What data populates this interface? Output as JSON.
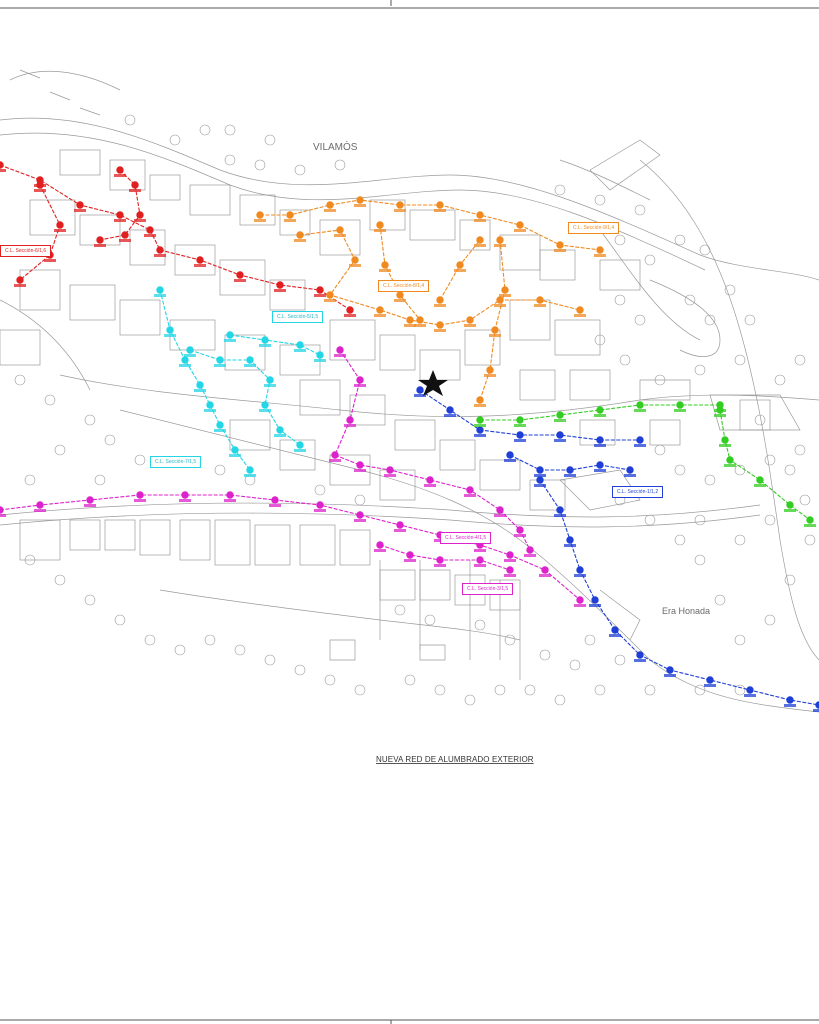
{
  "drawing": {
    "title": "NUEVA RED DE ALUMBRADO EXTERIOR",
    "places": [
      {
        "id": "vilamos",
        "name": "VILAMÒS"
      },
      {
        "id": "era-honada",
        "name": "Era Honada"
      }
    ]
  },
  "circuits": [
    {
      "id": "c1",
      "label": "C.L. Sección-1/1,2",
      "color": "#1f3fd6"
    },
    {
      "id": "c3",
      "label": "C.L. Sección-3/1,5",
      "color": "#dd22cc"
    },
    {
      "id": "c4",
      "label": "C.L. Sección-4/1,5",
      "color": "#dd22cc"
    },
    {
      "id": "c5",
      "label": "C.L. Sección-5/1,5",
      "color": "#22d6e6"
    },
    {
      "id": "c6",
      "label": "C.L. Sección-6/1,6",
      "color": "#e02020"
    },
    {
      "id": "c7",
      "label": "C.L. Sección-7/1,5",
      "color": "#22d6e6"
    },
    {
      "id": "c8",
      "label": "C.L. Sección-8/1,4",
      "color": "#f08a20"
    },
    {
      "id": "c9",
      "label": "C.L. Sección-9/1,4",
      "color": "#f08a20"
    }
  ],
  "line_colors": {
    "red": "#e02020",
    "orange": "#f08a20",
    "cyan": "#22d6e6",
    "magenta": "#dd22cc",
    "blue": "#1f3fd6",
    "green": "#33cc22",
    "base": "#9a9a9a"
  }
}
